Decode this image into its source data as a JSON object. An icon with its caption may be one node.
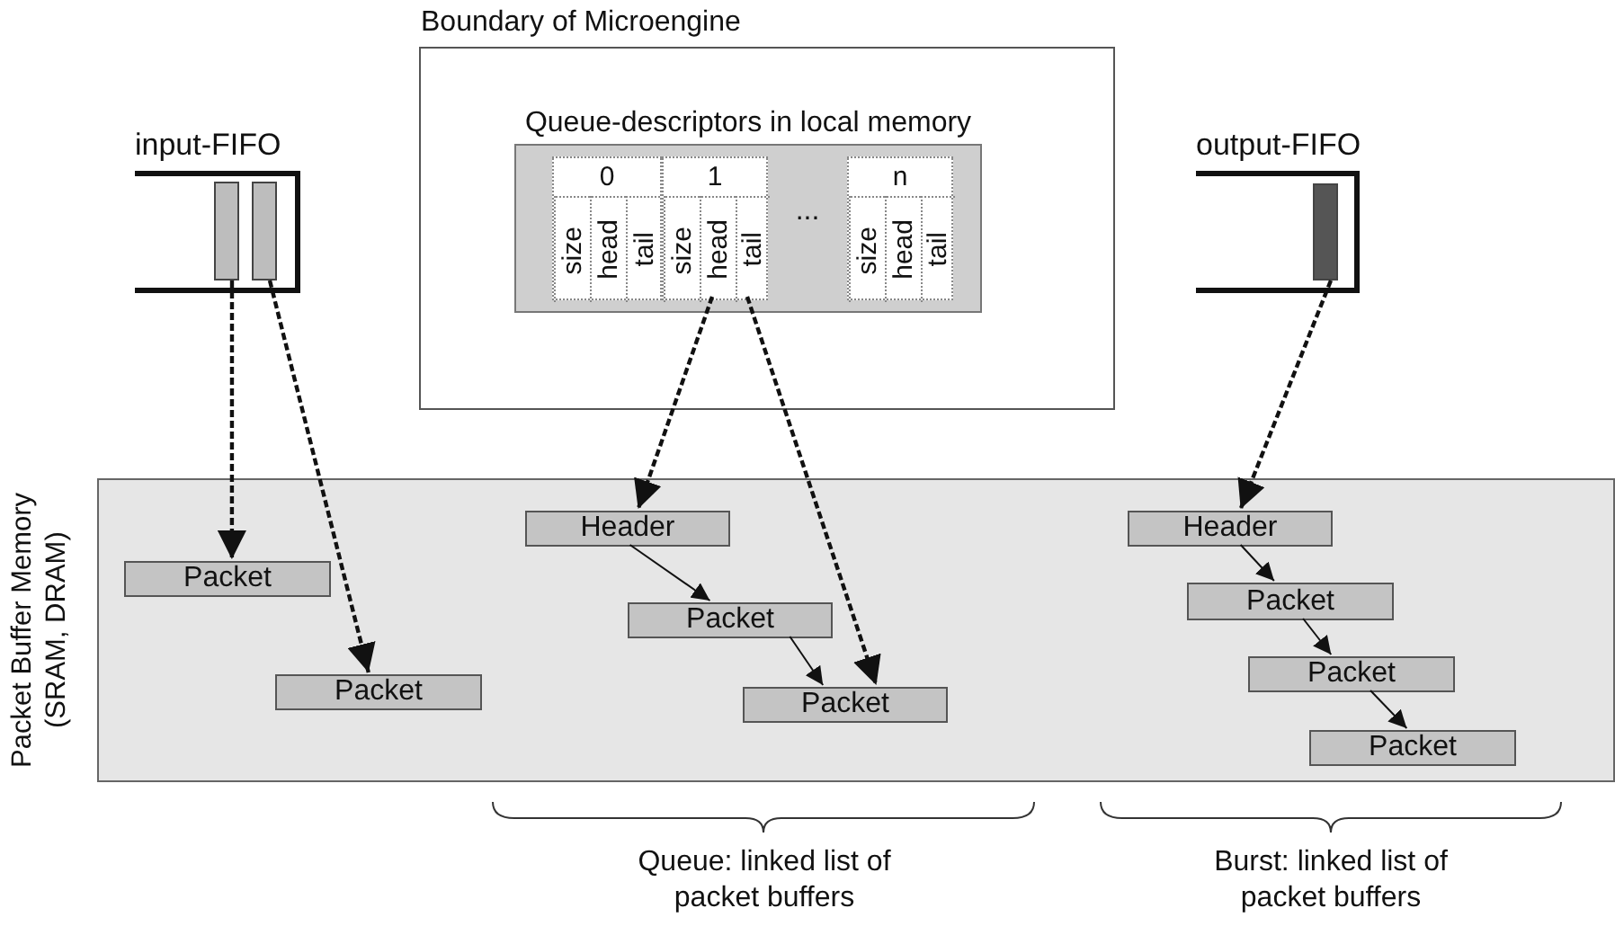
{
  "diagram": {
    "nodes": [
      {
        "text": [
          "Boundary of Microengine"
        ]
      },
      {
        "text": [
          "Queue-descriptors in local memory"
        ],
        "in": 0
      },
      {
        "text": [
          "0"
        ],
        "in": 1
      },
      {
        "text": [
          "size"
        ],
        "in": 2
      },
      {
        "text": [
          "head"
        ],
        "in": 2
      },
      {
        "text": [
          "tail"
        ],
        "in": 2
      },
      {
        "text": [
          "1"
        ],
        "in": 1
      },
      {
        "text": [
          "size"
        ],
        "in": 6
      },
      {
        "text": [
          "head"
        ],
        "in": 6
      },
      {
        "text": [
          "tail"
        ],
        "in": 6
      },
      {
        "text": [
          "n"
        ],
        "in": 1
      },
      {
        "text": [
          "size"
        ],
        "in": 10
      },
      {
        "text": [
          "head"
        ],
        "in": 10
      },
      {
        "text": [
          "tail"
        ],
        "in": 10
      },
      {
        "text": [
          "input-FIFO"
        ]
      },
      {
        "text": [],
        "shape": "bar",
        "in": 14
      },
      {
        "text": [],
        "shape": "bar",
        "in": 14
      },
      {
        "text": [
          "output-FIFO"
        ]
      },
      {
        "text": [],
        "shape": "bar",
        "in": 17
      },
      {
        "text": [
          "Packet Buffer Memory (SRAM, DRAM)"
        ]
      },
      {
        "text": [
          "Packet"
        ],
        "in": 19
      },
      {
        "text": [
          "Packet"
        ],
        "in": 19
      },
      {
        "text": [
          "Header"
        ],
        "in": 19
      },
      {
        "text": [
          "Packet"
        ],
        "in": 19
      },
      {
        "text": [
          "Packet"
        ],
        "in": 19
      },
      {
        "text": [
          "Header"
        ],
        "in": 19
      },
      {
        "text": [
          "Packet"
        ],
        "in": 19
      },
      {
        "text": [
          "Packet"
        ],
        "in": 19
      },
      {
        "text": [
          "Packet"
        ],
        "in": 19
      }
    ],
    "edges": [
      {
        "from": 15,
        "to": 20,
        "arrow": "to",
        "style": "dashed"
      },
      {
        "from": 16,
        "to": 21,
        "arrow": "to",
        "style": "dashed"
      },
      {
        "from": 8,
        "to": 22,
        "arrow": "to",
        "style": "dashed"
      },
      {
        "from": 9,
        "to": 24,
        "arrow": "to",
        "style": "dashed"
      },
      {
        "from": 18,
        "to": 25,
        "arrow": "to",
        "style": "dashed"
      },
      {
        "from": 22,
        "to": 23,
        "arrow": "to"
      },
      {
        "from": 23,
        "to": 24,
        "arrow": "to"
      },
      {
        "from": 25,
        "to": 26,
        "arrow": "to"
      },
      {
        "from": 26,
        "to": 27,
        "arrow": "to"
      },
      {
        "from": 27,
        "to": 28,
        "arrow": "to"
      }
    ],
    "labels": [
      "...",
      "Queue: linked list of packet buffers",
      "Burst: linked list of packet buffers"
    ]
  }
}
